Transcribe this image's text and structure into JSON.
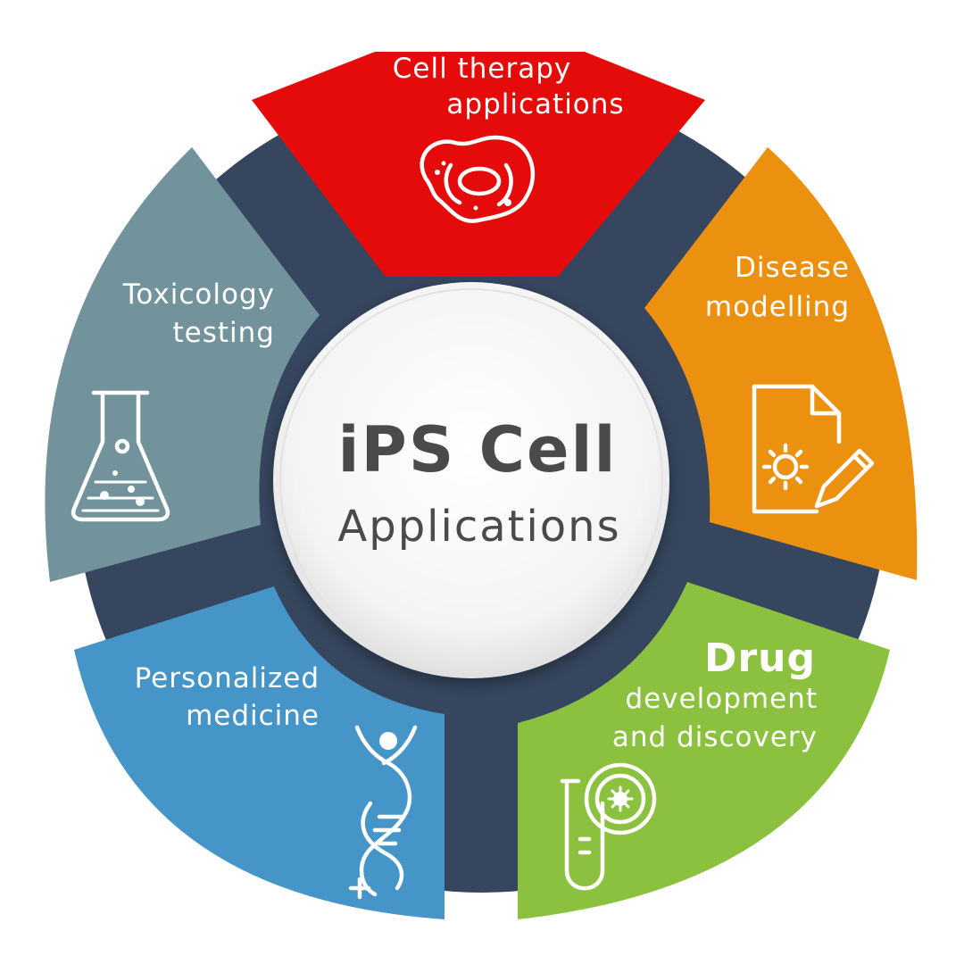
{
  "center": {
    "title": "iPS Cell",
    "subtitle": "Applications",
    "title_color": "#4a4a4a",
    "subtitle_color": "#4a4a4a"
  },
  "ring_color": "#36465e",
  "segments": [
    {
      "id": "cell-therapy",
      "lines": [
        "Cell therapy",
        "applications"
      ],
      "color": "#e60b0b",
      "icon": "cell-icon"
    },
    {
      "id": "disease-modelling",
      "lines": [
        "Disease",
        "modelling"
      ],
      "color": "#ec900f",
      "icon": "document-virus-pencil-icon"
    },
    {
      "id": "drug-development",
      "heading": "Drug",
      "lines": [
        "development",
        "and discovery"
      ],
      "color": "#8cc13f",
      "icon": "test-tube-magnifier-icon"
    },
    {
      "id": "personalized-medicine",
      "lines": [
        "Personalized",
        "medicine"
      ],
      "color": "#4695c9",
      "icon": "dna-person-icon"
    },
    {
      "id": "toxicology-testing",
      "lines": [
        "Toxicology",
        "testing"
      ],
      "color": "#72939b",
      "icon": "flask-icon"
    }
  ]
}
